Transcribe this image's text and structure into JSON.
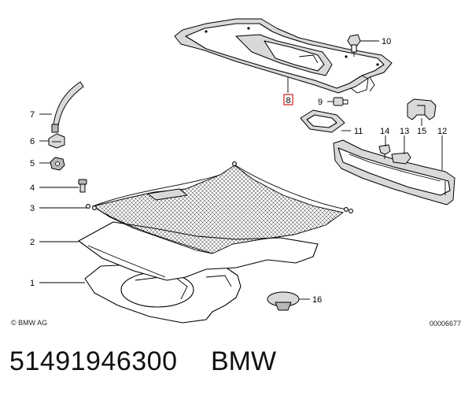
{
  "diagram": {
    "callouts": [
      "1",
      "2",
      "3",
      "4",
      "5",
      "6",
      "7",
      "8",
      "9",
      "10",
      "11",
      "12",
      "13",
      "14",
      "15",
      "16"
    ],
    "highlighted_callout": "8",
    "highlight_color": "#d21f1f"
  },
  "footer": {
    "copyright": "© BMW AG",
    "reference_code": "00006677"
  },
  "caption": {
    "part_number": "51491946300",
    "brand": "BMW"
  }
}
